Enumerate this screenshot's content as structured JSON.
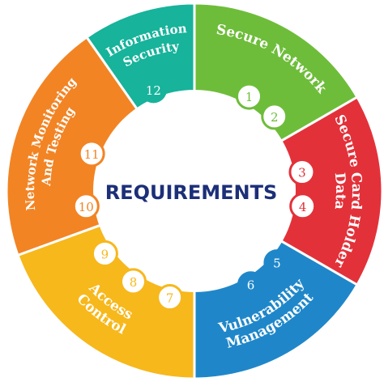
{
  "center_title": "REQUIREMENTS",
  "colors": {
    "teal": "#17b39b",
    "green": "#6ebd3a",
    "red": "#e3313a",
    "blue": "#1f87c9",
    "yellow": "#f7b81c",
    "orange": "#f28424",
    "dark_text": "#1c2f78"
  },
  "segments": [
    {
      "lines": [
        "Information",
        "Security"
      ],
      "color": "#17b39b"
    },
    {
      "lines": [
        "Secure Network"
      ],
      "color": "#6ebd3a"
    },
    {
      "lines": [
        "Secure Card Holder",
        "Data"
      ],
      "color": "#e3313a"
    },
    {
      "lines": [
        "Vulnerability",
        "Management"
      ],
      "color": "#1f87c9"
    },
    {
      "lines": [
        "Access",
        "Control"
      ],
      "color": "#f7b81c"
    },
    {
      "lines": [
        "Network Monitoring",
        "And Testing"
      ],
      "color": "#f28424"
    }
  ],
  "numbers": [
    {
      "label": "1",
      "color": "#6ebd3a"
    },
    {
      "label": "2",
      "color": "#6ebd3a"
    },
    {
      "label": "3",
      "color": "#e3313a"
    },
    {
      "label": "4",
      "color": "#e3313a"
    },
    {
      "label": "5",
      "color": "#1f87c9"
    },
    {
      "label": "6",
      "color": "#1f87c9"
    },
    {
      "label": "7",
      "color": "#f7b81c"
    },
    {
      "label": "8",
      "color": "#f7b81c"
    },
    {
      "label": "9",
      "color": "#f7b81c"
    },
    {
      "label": "10",
      "color": "#f28424"
    },
    {
      "label": "11",
      "color": "#f28424"
    },
    {
      "label": "12",
      "color": "#17b39b"
    }
  ]
}
